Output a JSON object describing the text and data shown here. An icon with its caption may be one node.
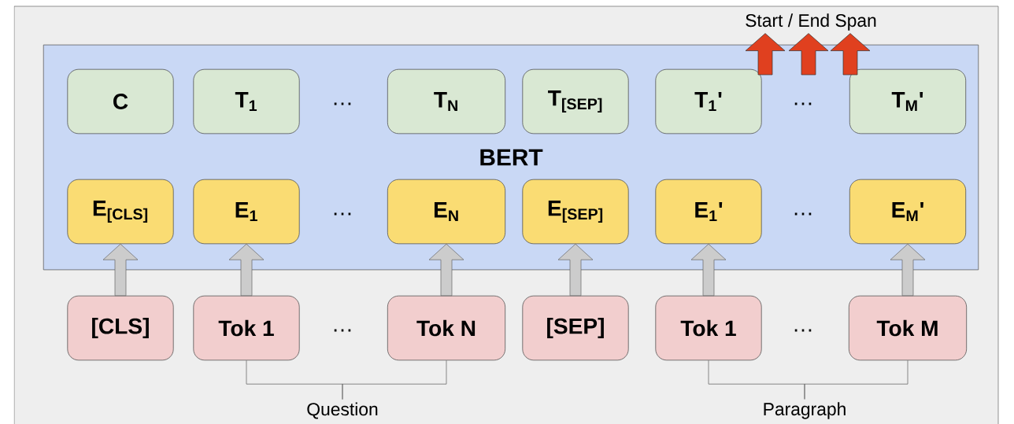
{
  "diagram": {
    "nodes": [
      {
        "text": [
          "Start / End Span"
        ]
      },
      {
        "text": [
          "BERT"
        ]
      },
      {
        "text": [
          "C"
        ],
        "in": 1
      },
      {
        "text": [
          "T$_{1}$"
        ],
        "in": 1
      },
      {
        "text": [
          "T$_{N}$"
        ],
        "in": 1
      },
      {
        "text": [
          "T$_{[SEP]}$"
        ],
        "in": 1
      },
      {
        "text": [
          "T$_{1}$'"
        ],
        "in": 1
      },
      {
        "text": [
          "T$_{M}$'"
        ],
        "in": 1
      },
      {
        "text": [
          "E$_{[CLS]}$"
        ],
        "in": 1
      },
      {
        "text": [
          "E$_{1}$"
        ],
        "in": 1
      },
      {
        "text": [
          "E$_{N}$"
        ],
        "in": 1
      },
      {
        "text": [
          "E$_{[SEP]}$"
        ],
        "in": 1
      },
      {
        "text": [
          "E$_{1}$'"
        ],
        "in": 1
      },
      {
        "text": [
          "E$_{M}$'"
        ],
        "in": 1
      },
      {
        "text": [
          "[CLS]"
        ]
      },
      {
        "text": [
          "Tok 1"
        ]
      },
      {
        "text": [
          "Tok N"
        ]
      },
      {
        "text": [
          "[SEP]"
        ]
      },
      {
        "text": [
          "Tok 1"
        ]
      },
      {
        "text": [
          "Tok M"
        ]
      },
      {
        "text": [
          "Question"
        ]
      },
      {
        "text": [
          "Paragraph"
        ]
      }
    ],
    "edges": [
      {
        "from": 1,
        "to": 0,
        "arrow": "to",
        "color": "#e0401f"
      },
      {
        "from": 1,
        "to": 0,
        "arrow": "to",
        "color": "#e0401f"
      },
      {
        "from": 1,
        "to": 0,
        "arrow": "to",
        "color": "#e0401f"
      },
      {
        "from": 14,
        "to": 8,
        "arrow": "to"
      },
      {
        "from": 15,
        "to": 9,
        "arrow": "to"
      },
      {
        "from": 16,
        "to": 10,
        "arrow": "to"
      },
      {
        "from": 17,
        "to": 11,
        "arrow": "to"
      },
      {
        "from": 18,
        "to": 12,
        "arrow": "to"
      },
      {
        "from": 19,
        "to": 13,
        "arrow": "to"
      },
      {
        "from": 15,
        "to": 20,
        "arrow": "none"
      },
      {
        "from": 16,
        "to": 20,
        "arrow": "none"
      },
      {
        "from": 18,
        "to": 21,
        "arrow": "none"
      },
      {
        "from": 19,
        "to": 21,
        "arrow": "none"
      }
    ],
    "labels": [
      "…",
      "…",
      "…",
      "…",
      "…",
      "…"
    ]
  }
}
